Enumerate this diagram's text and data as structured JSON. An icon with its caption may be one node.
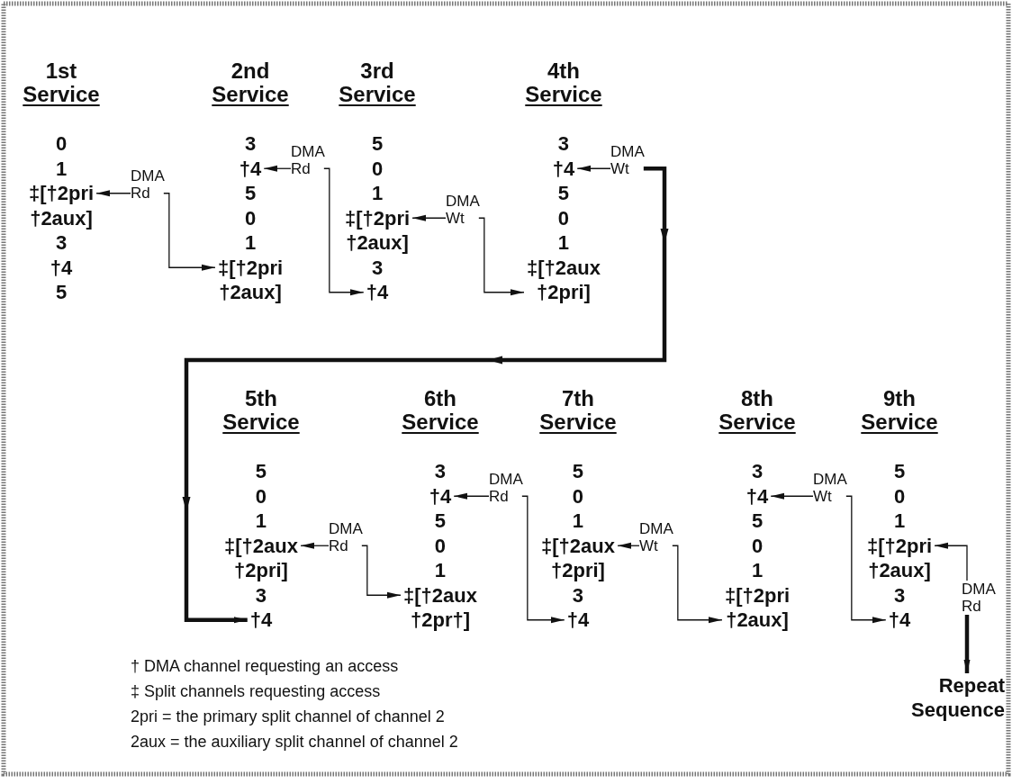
{
  "diagram": {
    "nodes": [
      {
        "text": [
          "0"
        ]
      },
      {
        "text": [
          "1"
        ]
      },
      {
        "text": [
          "‡[†2pri †2aux]"
        ]
      },
      {
        "text": [
          "3"
        ]
      },
      {
        "text": [
          "†4"
        ]
      },
      {
        "text": [
          "5"
        ]
      },
      {
        "text": [
          "DMA Rd"
        ]
      },
      {
        "text": [
          "3"
        ]
      },
      {
        "text": [
          "†4"
        ]
      },
      {
        "text": [
          "5"
        ]
      },
      {
        "text": [
          "0"
        ]
      },
      {
        "text": [
          "1"
        ]
      },
      {
        "text": [
          "‡[†2pri †2aux]"
        ]
      },
      {
        "text": [
          "DMA Rd"
        ]
      },
      {
        "text": [
          "5"
        ]
      },
      {
        "text": [
          "0"
        ]
      },
      {
        "text": [
          "1"
        ]
      },
      {
        "text": [
          "‡[†2pri †2aux]"
        ]
      },
      {
        "text": [
          "3"
        ]
      },
      {
        "text": [
          "†4"
        ]
      },
      {
        "text": [
          "DMA Wt"
        ]
      },
      {
        "text": [
          "3"
        ]
      },
      {
        "text": [
          "†4"
        ]
      },
      {
        "text": [
          "5"
        ]
      },
      {
        "text": [
          "0"
        ]
      },
      {
        "text": [
          "1"
        ]
      },
      {
        "text": [
          "‡[†2aux †2pri]"
        ]
      },
      {
        "text": [
          "DMA Wt"
        ]
      },
      {
        "text": [
          "5"
        ]
      },
      {
        "text": [
          "0"
        ]
      },
      {
        "text": [
          "1"
        ]
      },
      {
        "text": [
          "‡[†2aux †2pri]"
        ]
      },
      {
        "text": [
          "3"
        ]
      },
      {
        "text": [
          "†4"
        ]
      },
      {
        "text": [
          "DMA Rd"
        ]
      },
      {
        "text": [
          "3"
        ]
      },
      {
        "text": [
          "†4"
        ]
      },
      {
        "text": [
          "5"
        ]
      },
      {
        "text": [
          "0"
        ]
      },
      {
        "text": [
          "1"
        ]
      },
      {
        "text": [
          "‡[†2aux †2pr†]"
        ]
      },
      {
        "text": [
          "DMA Rd"
        ]
      },
      {
        "text": [
          "5"
        ]
      },
      {
        "text": [
          "0"
        ]
      },
      {
        "text": [
          "1"
        ]
      },
      {
        "text": [
          "‡[†2aux †2pri]"
        ]
      },
      {
        "text": [
          "3"
        ]
      },
      {
        "text": [
          "†4"
        ]
      },
      {
        "text": [
          "DMA Wt"
        ]
      },
      {
        "text": [
          "3"
        ]
      },
      {
        "text": [
          "†4"
        ]
      },
      {
        "text": [
          "5"
        ]
      },
      {
        "text": [
          "0"
        ]
      },
      {
        "text": [
          "1"
        ]
      },
      {
        "text": [
          "‡[†2pri †2aux]"
        ]
      },
      {
        "text": [
          "DMA Wt"
        ]
      },
      {
        "text": [
          "5"
        ]
      },
      {
        "text": [
          "0"
        ]
      },
      {
        "text": [
          "1"
        ]
      },
      {
        "text": [
          "‡[†2pri †2aux]"
        ]
      },
      {
        "text": [
          "3"
        ]
      },
      {
        "text": [
          "†4"
        ]
      },
      {
        "text": [
          "DMA Rd"
        ]
      },
      {
        "text": [
          "Repeat Sequence"
        ]
      }
    ],
    "edges": [
      {
        "from": 6,
        "to": 2,
        "arrow": "to"
      },
      {
        "from": 6,
        "to": 12,
        "arrow": "to"
      },
      {
        "from": 13,
        "to": 8,
        "arrow": "to"
      },
      {
        "from": 13,
        "to": 19,
        "arrow": "to"
      },
      {
        "from": 20,
        "to": 17,
        "arrow": "to"
      },
      {
        "from": 20,
        "to": 26,
        "arrow": "to"
      },
      {
        "from": 27,
        "to": 22,
        "arrow": "to"
      },
      {
        "from": 27,
        "to": 33,
        "arrow": "to",
        "style": "thick"
      },
      {
        "from": 34,
        "to": 31,
        "arrow": "to"
      },
      {
        "from": 34,
        "to": 40,
        "arrow": "to"
      },
      {
        "from": 41,
        "to": 36,
        "arrow": "to"
      },
      {
        "from": 41,
        "to": 47,
        "arrow": "to"
      },
      {
        "from": 48,
        "to": 45,
        "arrow": "to"
      },
      {
        "from": 48,
        "to": 54,
        "arrow": "to"
      },
      {
        "from": 55,
        "to": 50,
        "arrow": "to"
      },
      {
        "from": 55,
        "to": 61,
        "arrow": "to"
      },
      {
        "from": 62,
        "to": 59,
        "arrow": "to"
      },
      {
        "from": 62,
        "to": 63,
        "arrow": "to",
        "style": "thick"
      }
    ],
    "labels": [
      "1st",
      "Service",
      "2nd",
      "Service",
      "3rd",
      "Service",
      "4th",
      "Service",
      "5th",
      "Service",
      "6th",
      "Service",
      "7th",
      "Service",
      "8th",
      "Service",
      "9th",
      "Service",
      "† DMA channel requesting an access",
      "‡ Split channels requesting access",
      "2pri = the primary split channel of channel 2",
      "2aux = the auxiliary split channel of channel 2"
    ]
  }
}
